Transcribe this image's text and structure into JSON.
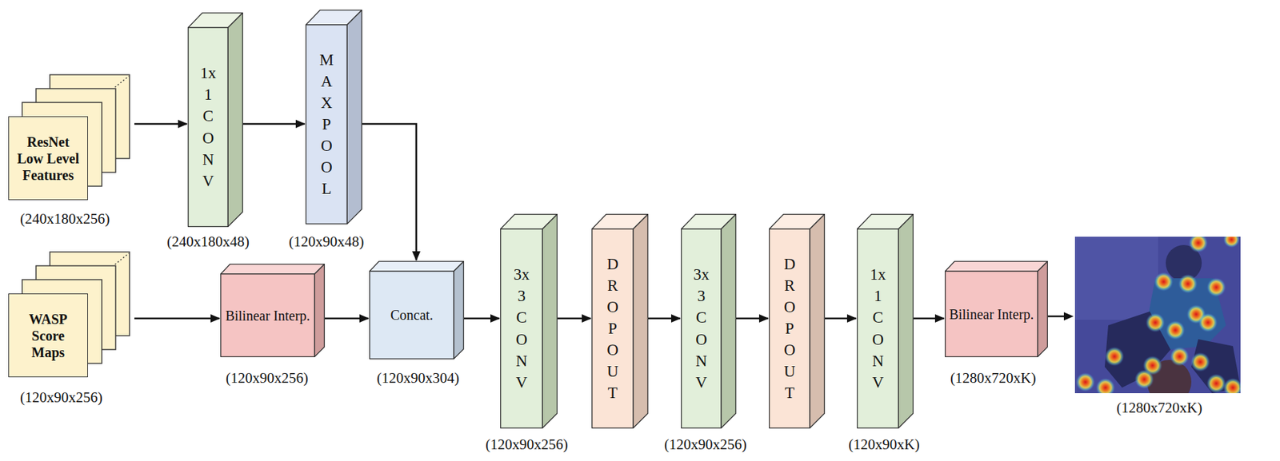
{
  "diagram": {
    "nodes": [
      {
        "text": [
          "ResNet Low Level Features"
        ]
      },
      {
        "text": [
          "1x1CONV"
        ]
      },
      {
        "text": [
          "MAX POOL"
        ]
      },
      {
        "text": [
          "WASP Score Maps"
        ]
      },
      {
        "text": [
          "Bilinear Interp."
        ]
      },
      {
        "text": [
          "Concat."
        ]
      },
      {
        "text": [
          "3x3CONV"
        ]
      },
      {
        "text": [
          "DROPOUT"
        ]
      },
      {
        "text": [
          "3x3CONV"
        ]
      },
      {
        "text": [
          "DROPOUT"
        ]
      },
      {
        "text": [
          "1x1CONV"
        ]
      },
      {
        "text": [
          "Bilinear Interp."
        ]
      }
    ],
    "edges": [
      {
        "from": 0,
        "to": 1,
        "arrow": "to"
      },
      {
        "from": 1,
        "to": 2,
        "arrow": "to"
      },
      {
        "from": 2,
        "to": 5,
        "arrow": "to"
      },
      {
        "from": 3,
        "to": 4,
        "arrow": "to"
      },
      {
        "from": 4,
        "to": 5,
        "arrow": "to"
      },
      {
        "from": 5,
        "to": 6,
        "arrow": "to"
      },
      {
        "from": 6,
        "to": 7,
        "arrow": "to"
      },
      {
        "from": 7,
        "to": 8,
        "arrow": "to"
      },
      {
        "from": 8,
        "to": 9,
        "arrow": "to"
      },
      {
        "from": 9,
        "to": 10,
        "arrow": "to"
      },
      {
        "from": 10,
        "to": 11,
        "arrow": "to"
      }
    ],
    "labels": [
      "(240x180x256)",
      "(240x180x48)",
      "(120x90x48)",
      "(120x90x256)",
      "(120x90x256)",
      "(120x90x304)",
      "(120x90x256)",
      "(120x90x256)",
      "(120x90xK)",
      "(1280x720xK)",
      "(1280x720xK)"
    ]
  }
}
